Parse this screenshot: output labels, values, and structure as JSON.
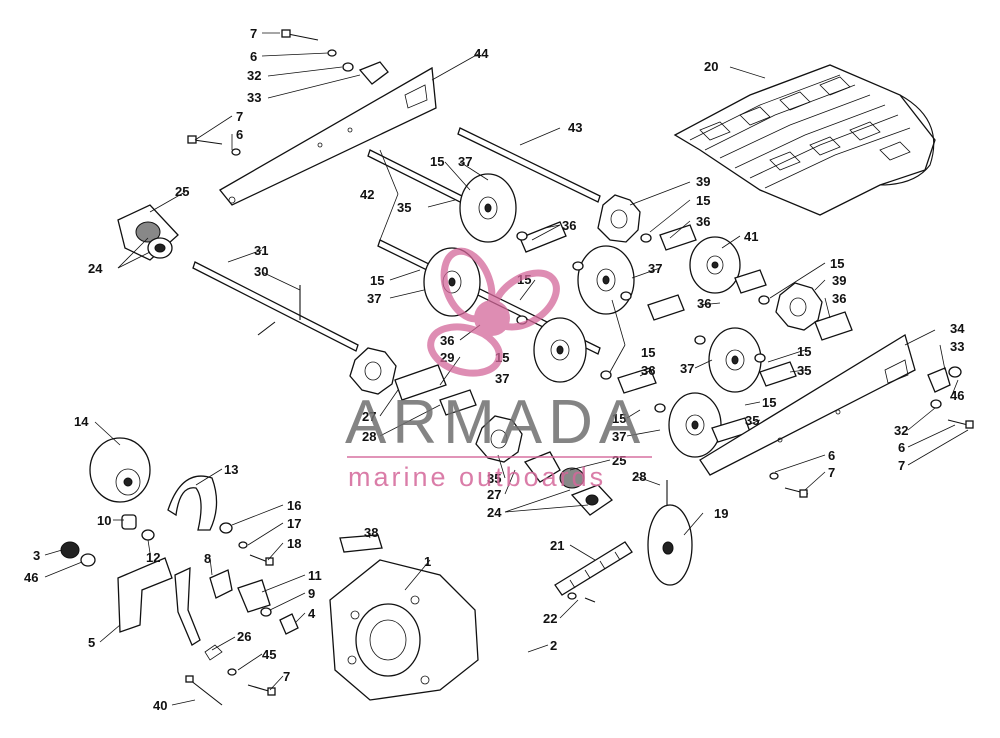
{
  "diagram": {
    "labels": [
      {
        "id": "7a",
        "text": "7"
      },
      {
        "id": "6a",
        "text": "6"
      },
      {
        "id": "32a",
        "text": "32"
      },
      {
        "id": "33a",
        "text": "33"
      },
      {
        "id": "7b",
        "text": "7"
      },
      {
        "id": "6b",
        "text": "6"
      },
      {
        "id": "44",
        "text": "44"
      },
      {
        "id": "43",
        "text": "43"
      },
      {
        "id": "20",
        "text": "20"
      },
      {
        "id": "25a",
        "text": "25"
      },
      {
        "id": "24a",
        "text": "24"
      },
      {
        "id": "15a",
        "text": "15"
      },
      {
        "id": "37a",
        "text": "37"
      },
      {
        "id": "42",
        "text": "42"
      },
      {
        "id": "35a",
        "text": "35"
      },
      {
        "id": "39a",
        "text": "39"
      },
      {
        "id": "15b",
        "text": "15"
      },
      {
        "id": "36a",
        "text": "36"
      },
      {
        "id": "36b",
        "text": "36"
      },
      {
        "id": "41",
        "text": "41"
      },
      {
        "id": "31",
        "text": "31"
      },
      {
        "id": "30",
        "text": "30"
      },
      {
        "id": "15c",
        "text": "15"
      },
      {
        "id": "37b",
        "text": "37"
      },
      {
        "id": "15d",
        "text": "15"
      },
      {
        "id": "37c",
        "text": "37"
      },
      {
        "id": "15e",
        "text": "15"
      },
      {
        "id": "39b",
        "text": "39"
      },
      {
        "id": "36c",
        "text": "36"
      },
      {
        "id": "36d",
        "text": "36"
      },
      {
        "id": "36e",
        "text": "36"
      },
      {
        "id": "29",
        "text": "29"
      },
      {
        "id": "15f",
        "text": "15"
      },
      {
        "id": "37d",
        "text": "37"
      },
      {
        "id": "15g",
        "text": "15"
      },
      {
        "id": "36f",
        "text": "36"
      },
      {
        "id": "37e",
        "text": "37"
      },
      {
        "id": "15h",
        "text": "15"
      },
      {
        "id": "35b",
        "text": "35"
      },
      {
        "id": "34",
        "text": "34"
      },
      {
        "id": "33b",
        "text": "33"
      },
      {
        "id": "46a",
        "text": "46"
      },
      {
        "id": "14",
        "text": "14"
      },
      {
        "id": "27a",
        "text": "27"
      },
      {
        "id": "28a",
        "text": "28"
      },
      {
        "id": "15i",
        "text": "15"
      },
      {
        "id": "37f",
        "text": "37"
      },
      {
        "id": "15j",
        "text": "15"
      },
      {
        "id": "35c",
        "text": "35"
      },
      {
        "id": "32b",
        "text": "32"
      },
      {
        "id": "6c",
        "text": "6"
      },
      {
        "id": "7c",
        "text": "7"
      },
      {
        "id": "6d",
        "text": "6"
      },
      {
        "id": "7d",
        "text": "7"
      },
      {
        "id": "13",
        "text": "13"
      },
      {
        "id": "35d",
        "text": "35"
      },
      {
        "id": "27b",
        "text": "27"
      },
      {
        "id": "25b",
        "text": "25"
      },
      {
        "id": "28b",
        "text": "28"
      },
      {
        "id": "24b",
        "text": "24"
      },
      {
        "id": "16",
        "text": "16"
      },
      {
        "id": "17",
        "text": "17"
      },
      {
        "id": "18",
        "text": "18"
      },
      {
        "id": "10",
        "text": "10"
      },
      {
        "id": "12",
        "text": "12"
      },
      {
        "id": "19",
        "text": "19"
      },
      {
        "id": "38",
        "text": "38"
      },
      {
        "id": "3",
        "text": "3"
      },
      {
        "id": "46b",
        "text": "46"
      },
      {
        "id": "8",
        "text": "8"
      },
      {
        "id": "11",
        "text": "11"
      },
      {
        "id": "9",
        "text": "9"
      },
      {
        "id": "4",
        "text": "4"
      },
      {
        "id": "1",
        "text": "1"
      },
      {
        "id": "21",
        "text": "21"
      },
      {
        "id": "5",
        "text": "5"
      },
      {
        "id": "26",
        "text": "26"
      },
      {
        "id": "22",
        "text": "22"
      },
      {
        "id": "2",
        "text": "2"
      },
      {
        "id": "45",
        "text": "45"
      },
      {
        "id": "7e",
        "text": "7"
      },
      {
        "id": "40",
        "text": "40"
      }
    ]
  },
  "watermark": {
    "brand": "ARMADA",
    "tagline": "marine outboards",
    "brand_color": "#6f6f6f",
    "accent_color": "#d4679a"
  }
}
